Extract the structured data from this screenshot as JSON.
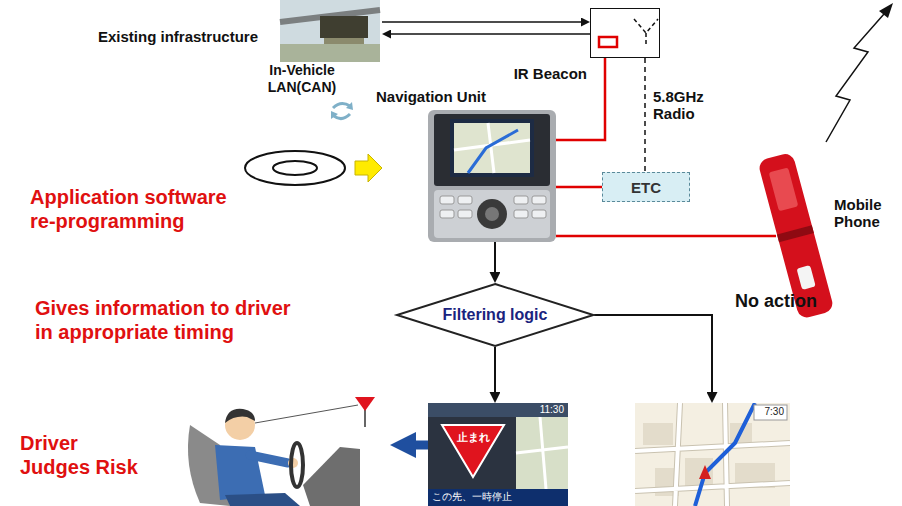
{
  "diagram": {
    "nodes": [
      {
        "text": [
          "Existing infrastructure"
        ]
      },
      {
        "text": [
          "IR Beacon"
        ]
      },
      {
        "text": [
          "Navigation Unit"
        ]
      },
      {
        "text": [
          "ETC"
        ]
      },
      {
        "text": [
          "Mobile Phone"
        ]
      },
      {
        "text": [
          "Filtering logic"
        ]
      },
      {
        "text": [
          "止まれ",
          "この先、一時停止",
          "11:30"
        ]
      },
      {
        "text": [
          "7:30"
        ]
      },
      {
        "text": [
          "Driver Judges Risk"
        ]
      }
    ],
    "edges": [
      {
        "from": 0,
        "to": 1,
        "arrow": "to"
      },
      {
        "from": 1,
        "to": 0,
        "arrow": "to"
      },
      {
        "from": 2,
        "to": 1,
        "arrow": "none"
      },
      {
        "from": 1,
        "to": 3,
        "arrow": "none",
        "label": "5.8GHz Radio"
      },
      {
        "from": 2,
        "to": 3,
        "arrow": "none"
      },
      {
        "from": 2,
        "to": 4,
        "arrow": "none"
      },
      {
        "from": 2,
        "to": 5,
        "arrow": "to"
      },
      {
        "from": 5,
        "to": 6,
        "arrow": "to"
      },
      {
        "from": 5,
        "to": 7,
        "arrow": "to",
        "label": "No action"
      },
      {
        "from": 6,
        "to": 8,
        "arrow": "to"
      }
    ],
    "labels": [
      "In-Vehicle LAN(CAN)",
      "Application software re-programming",
      "Gives information to driver in appropriate timing"
    ]
  }
}
